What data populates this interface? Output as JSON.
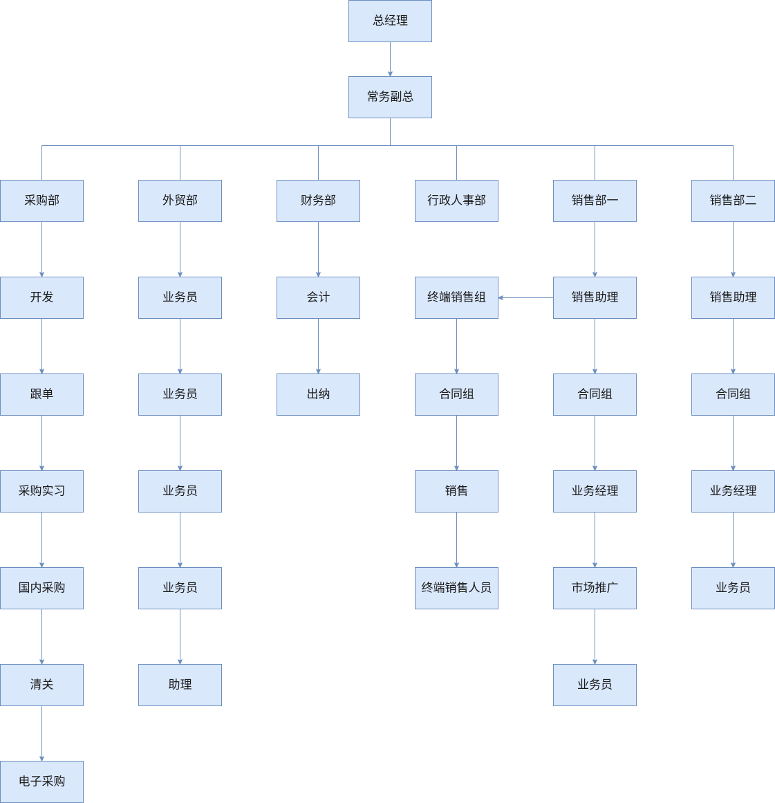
{
  "org_chart": {
    "nodes": [
      {
        "id": "gm",
        "label": "总经理"
      },
      {
        "id": "deputy",
        "label": "常务副总"
      },
      {
        "id": "purch",
        "label": "采购部"
      },
      {
        "id": "purch_1",
        "label": "开发"
      },
      {
        "id": "purch_2",
        "label": "跟单"
      },
      {
        "id": "purch_3",
        "label": "采购实习"
      },
      {
        "id": "purch_4",
        "label": "国内采购"
      },
      {
        "id": "purch_5",
        "label": "清关"
      },
      {
        "id": "purch_6",
        "label": "电子采购"
      },
      {
        "id": "trade",
        "label": "外贸部"
      },
      {
        "id": "trade_1",
        "label": "业务员"
      },
      {
        "id": "trade_2",
        "label": "业务员"
      },
      {
        "id": "trade_3",
        "label": "业务员"
      },
      {
        "id": "trade_4",
        "label": "业务员"
      },
      {
        "id": "trade_5",
        "label": "助理"
      },
      {
        "id": "fin",
        "label": "财务部"
      },
      {
        "id": "fin_1",
        "label": "会计"
      },
      {
        "id": "fin_2",
        "label": "出纳"
      },
      {
        "id": "admin",
        "label": "行政人事部"
      },
      {
        "id": "term",
        "label": "终端销售组"
      },
      {
        "id": "term_1",
        "label": "合同组"
      },
      {
        "id": "term_2",
        "label": "销售"
      },
      {
        "id": "term_3",
        "label": "终端销售人员"
      },
      {
        "id": "sales1",
        "label": "销售部一"
      },
      {
        "id": "sales1_1",
        "label": "销售助理"
      },
      {
        "id": "sales1_2",
        "label": "合同组"
      },
      {
        "id": "sales1_3",
        "label": "业务经理"
      },
      {
        "id": "sales1_4",
        "label": "市场推广"
      },
      {
        "id": "sales1_5",
        "label": "业务员"
      },
      {
        "id": "sales2",
        "label": "销售部二"
      },
      {
        "id": "sales2_1",
        "label": "销售助理"
      },
      {
        "id": "sales2_2",
        "label": "合同组"
      },
      {
        "id": "sales2_3",
        "label": "业务经理"
      },
      {
        "id": "sales2_4",
        "label": "业务员"
      }
    ],
    "edges": [
      {
        "from": "gm",
        "to": "deputy"
      },
      {
        "from": "deputy",
        "to": "purch"
      },
      {
        "from": "deputy",
        "to": "trade"
      },
      {
        "from": "deputy",
        "to": "fin"
      },
      {
        "from": "deputy",
        "to": "admin"
      },
      {
        "from": "deputy",
        "to": "sales1"
      },
      {
        "from": "deputy",
        "to": "sales2"
      },
      {
        "from": "purch",
        "to": "purch_1"
      },
      {
        "from": "purch_1",
        "to": "purch_2"
      },
      {
        "from": "purch_2",
        "to": "purch_3"
      },
      {
        "from": "purch_3",
        "to": "purch_4"
      },
      {
        "from": "purch_4",
        "to": "purch_5"
      },
      {
        "from": "purch_5",
        "to": "purch_6"
      },
      {
        "from": "trade",
        "to": "trade_1"
      },
      {
        "from": "trade_1",
        "to": "trade_2"
      },
      {
        "from": "trade_2",
        "to": "trade_3"
      },
      {
        "from": "trade_3",
        "to": "trade_4"
      },
      {
        "from": "trade_4",
        "to": "trade_5"
      },
      {
        "from": "fin",
        "to": "fin_1"
      },
      {
        "from": "fin_1",
        "to": "fin_2"
      },
      {
        "from": "sales1_1",
        "to": "term"
      },
      {
        "from": "term",
        "to": "term_1"
      },
      {
        "from": "term_1",
        "to": "term_2"
      },
      {
        "from": "term_2",
        "to": "term_3"
      },
      {
        "from": "sales1",
        "to": "sales1_1"
      },
      {
        "from": "sales1_1",
        "to": "sales1_2"
      },
      {
        "from": "sales1_2",
        "to": "sales1_3"
      },
      {
        "from": "sales1_3",
        "to": "sales1_4"
      },
      {
        "from": "sales1_4",
        "to": "sales1_5"
      },
      {
        "from": "sales2",
        "to": "sales2_1"
      },
      {
        "from": "sales2_1",
        "to": "sales2_2"
      },
      {
        "from": "sales2_2",
        "to": "sales2_3"
      },
      {
        "from": "sales2_3",
        "to": "sales2_4"
      }
    ]
  }
}
